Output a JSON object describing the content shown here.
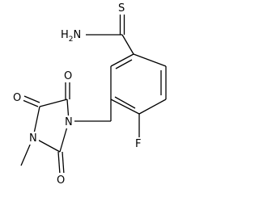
{
  "atoms": {
    "thioamide_sulfur": "S",
    "thioamide_amine_h": "H",
    "thioamide_amine_sub": "2",
    "thioamide_amine_n": "N",
    "fluorine": "F",
    "imidazolidine_n1": "N",
    "imidazolidine_n3": "N",
    "oxygen_c4": "O",
    "oxygen_c5": "O",
    "oxygen_c2": "O"
  }
}
